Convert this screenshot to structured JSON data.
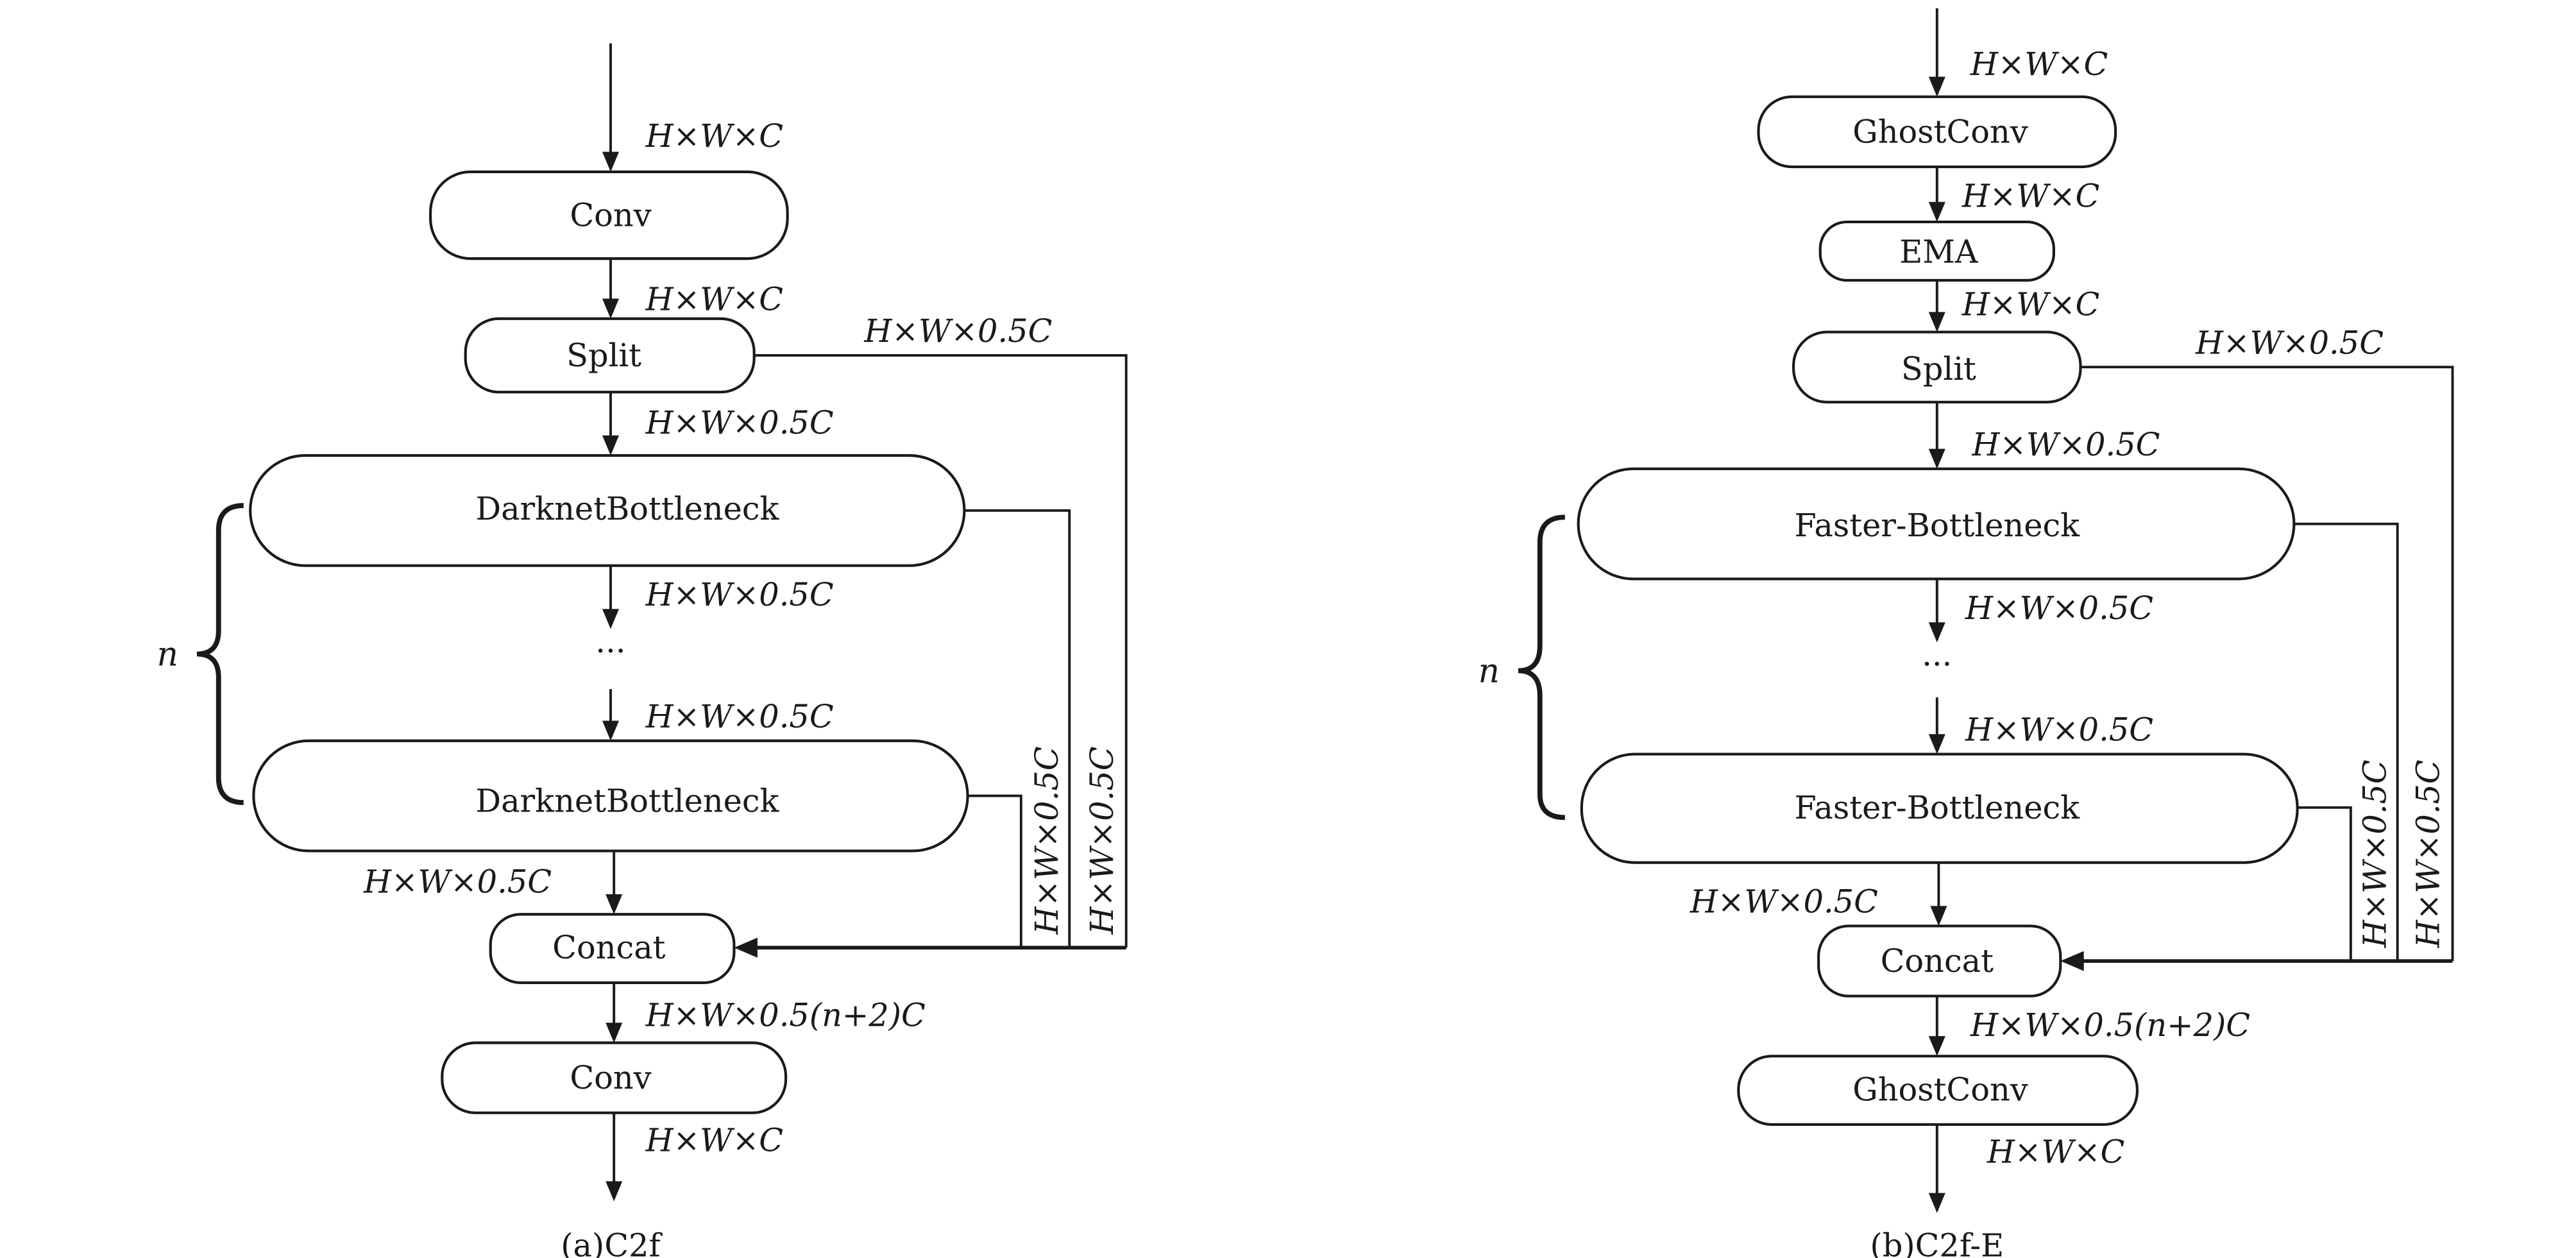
{
  "diagrams": [
    {
      "id": "c2f",
      "caption": "(a)C2f",
      "input_dim": "H×W×C",
      "nodes": {
        "conv_in": "Conv",
        "split": "Split",
        "bottleneck_1": "DarknetBottleneck",
        "ellipsis": "···",
        "bottleneck_n": "DarknetBottleneck",
        "concat": "Concat",
        "conv_out": "Conv"
      },
      "edges": {
        "input_to_conv": "H×W×C",
        "conv_to_split": "H×W×C",
        "split_branch": "H×W×0.5C",
        "split_to_bottleneck": "H×W×0.5C",
        "bottleneck_to_ellipsis": "H×W×0.5C",
        "ellipsis_to_bottleneck": "H×W×0.5C",
        "bottleneck_to_concat": "H×W×0.5C",
        "skip_bottleneck_1": "H×W×0.5C",
        "skip_split": "H×W×0.5C",
        "concat_to_conv": "H×W×0.5(n+2)C",
        "output": "H×W×C"
      },
      "repeat_label": "n"
    },
    {
      "id": "c2f-e",
      "caption": "(b)C2f-E",
      "nodes": {
        "conv_in": "GhostConv",
        "ema": "EMA",
        "split": "Split",
        "bottleneck_1": "Faster-Bottleneck",
        "ellipsis": "···",
        "bottleneck_n": "Faster-Bottleneck",
        "concat": "Concat",
        "conv_out": "GhostConv"
      },
      "edges": {
        "input_to_conv": "H×W×C",
        "conv_to_ema": "H×W×C",
        "ema_to_split": "H×W×C",
        "split_branch": "H×W×0.5C",
        "split_to_bottleneck": "H×W×0.5C",
        "bottleneck_to_ellipsis": "H×W×0.5C",
        "ellipsis_to_bottleneck": "H×W×0.5C",
        "bottleneck_to_concat": "H×W×0.5C",
        "skip_bottleneck_1": "H×W×0.5C",
        "skip_split": "H×W×0.5C",
        "concat_to_conv": "H×W×0.5(n+2)C",
        "output": "H×W×C"
      },
      "repeat_label": "n"
    }
  ]
}
